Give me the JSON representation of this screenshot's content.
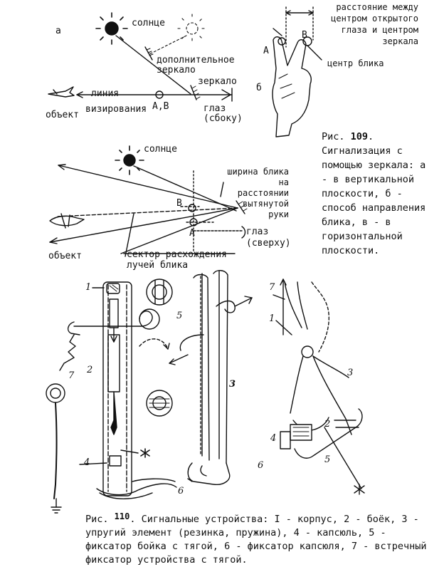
{
  "fig109": {
    "panel_a": {
      "letter": "а",
      "sun": "солнце",
      "extra_mirror": "дополнительное зеркало",
      "mirror": "зеркало",
      "sight_line_1": "линия",
      "sight_line_2": "визирования",
      "points": "А,В",
      "object": "объект",
      "eye": "глаз (сбоку)"
    },
    "panel_b": {
      "letter": "б",
      "distance_label": "расстояние между центром открытого глаза и центром зеркала",
      "glint_center": "центр блика",
      "point_a": "А",
      "point_b": "В"
    },
    "panel_c": {
      "sun": "солнце",
      "glint_width": "ширина блика на расстоянии вытянутой руки",
      "point_b": "В",
      "point_a": "А",
      "eye": "глаз (сверху)",
      "object": "объект",
      "sector": "сектор расхождения лучей блика"
    },
    "caption": {
      "prefix": "Рис.",
      "number": "109",
      "text": ". Сигнализация с помощью зеркала: а - в вертикальной плоскости, б - способ направления блика, в - в горизонтальной плоскости."
    }
  },
  "fig110": {
    "markers": [
      "1",
      "2",
      "3",
      "4",
      "5",
      "6",
      "7"
    ],
    "caption": {
      "prefix": "Рис.",
      "number": "110",
      "text": ". Сигнальные устройства: I - корпус, 2 - боёк, 3 - упругий элемент (резинка, пружина), 4 - капсюль, 5 - фиксатор бойка с тягой, 6 - фиксатор капсюля, 7 - встречный фиксатор устройства с тягой."
    }
  }
}
